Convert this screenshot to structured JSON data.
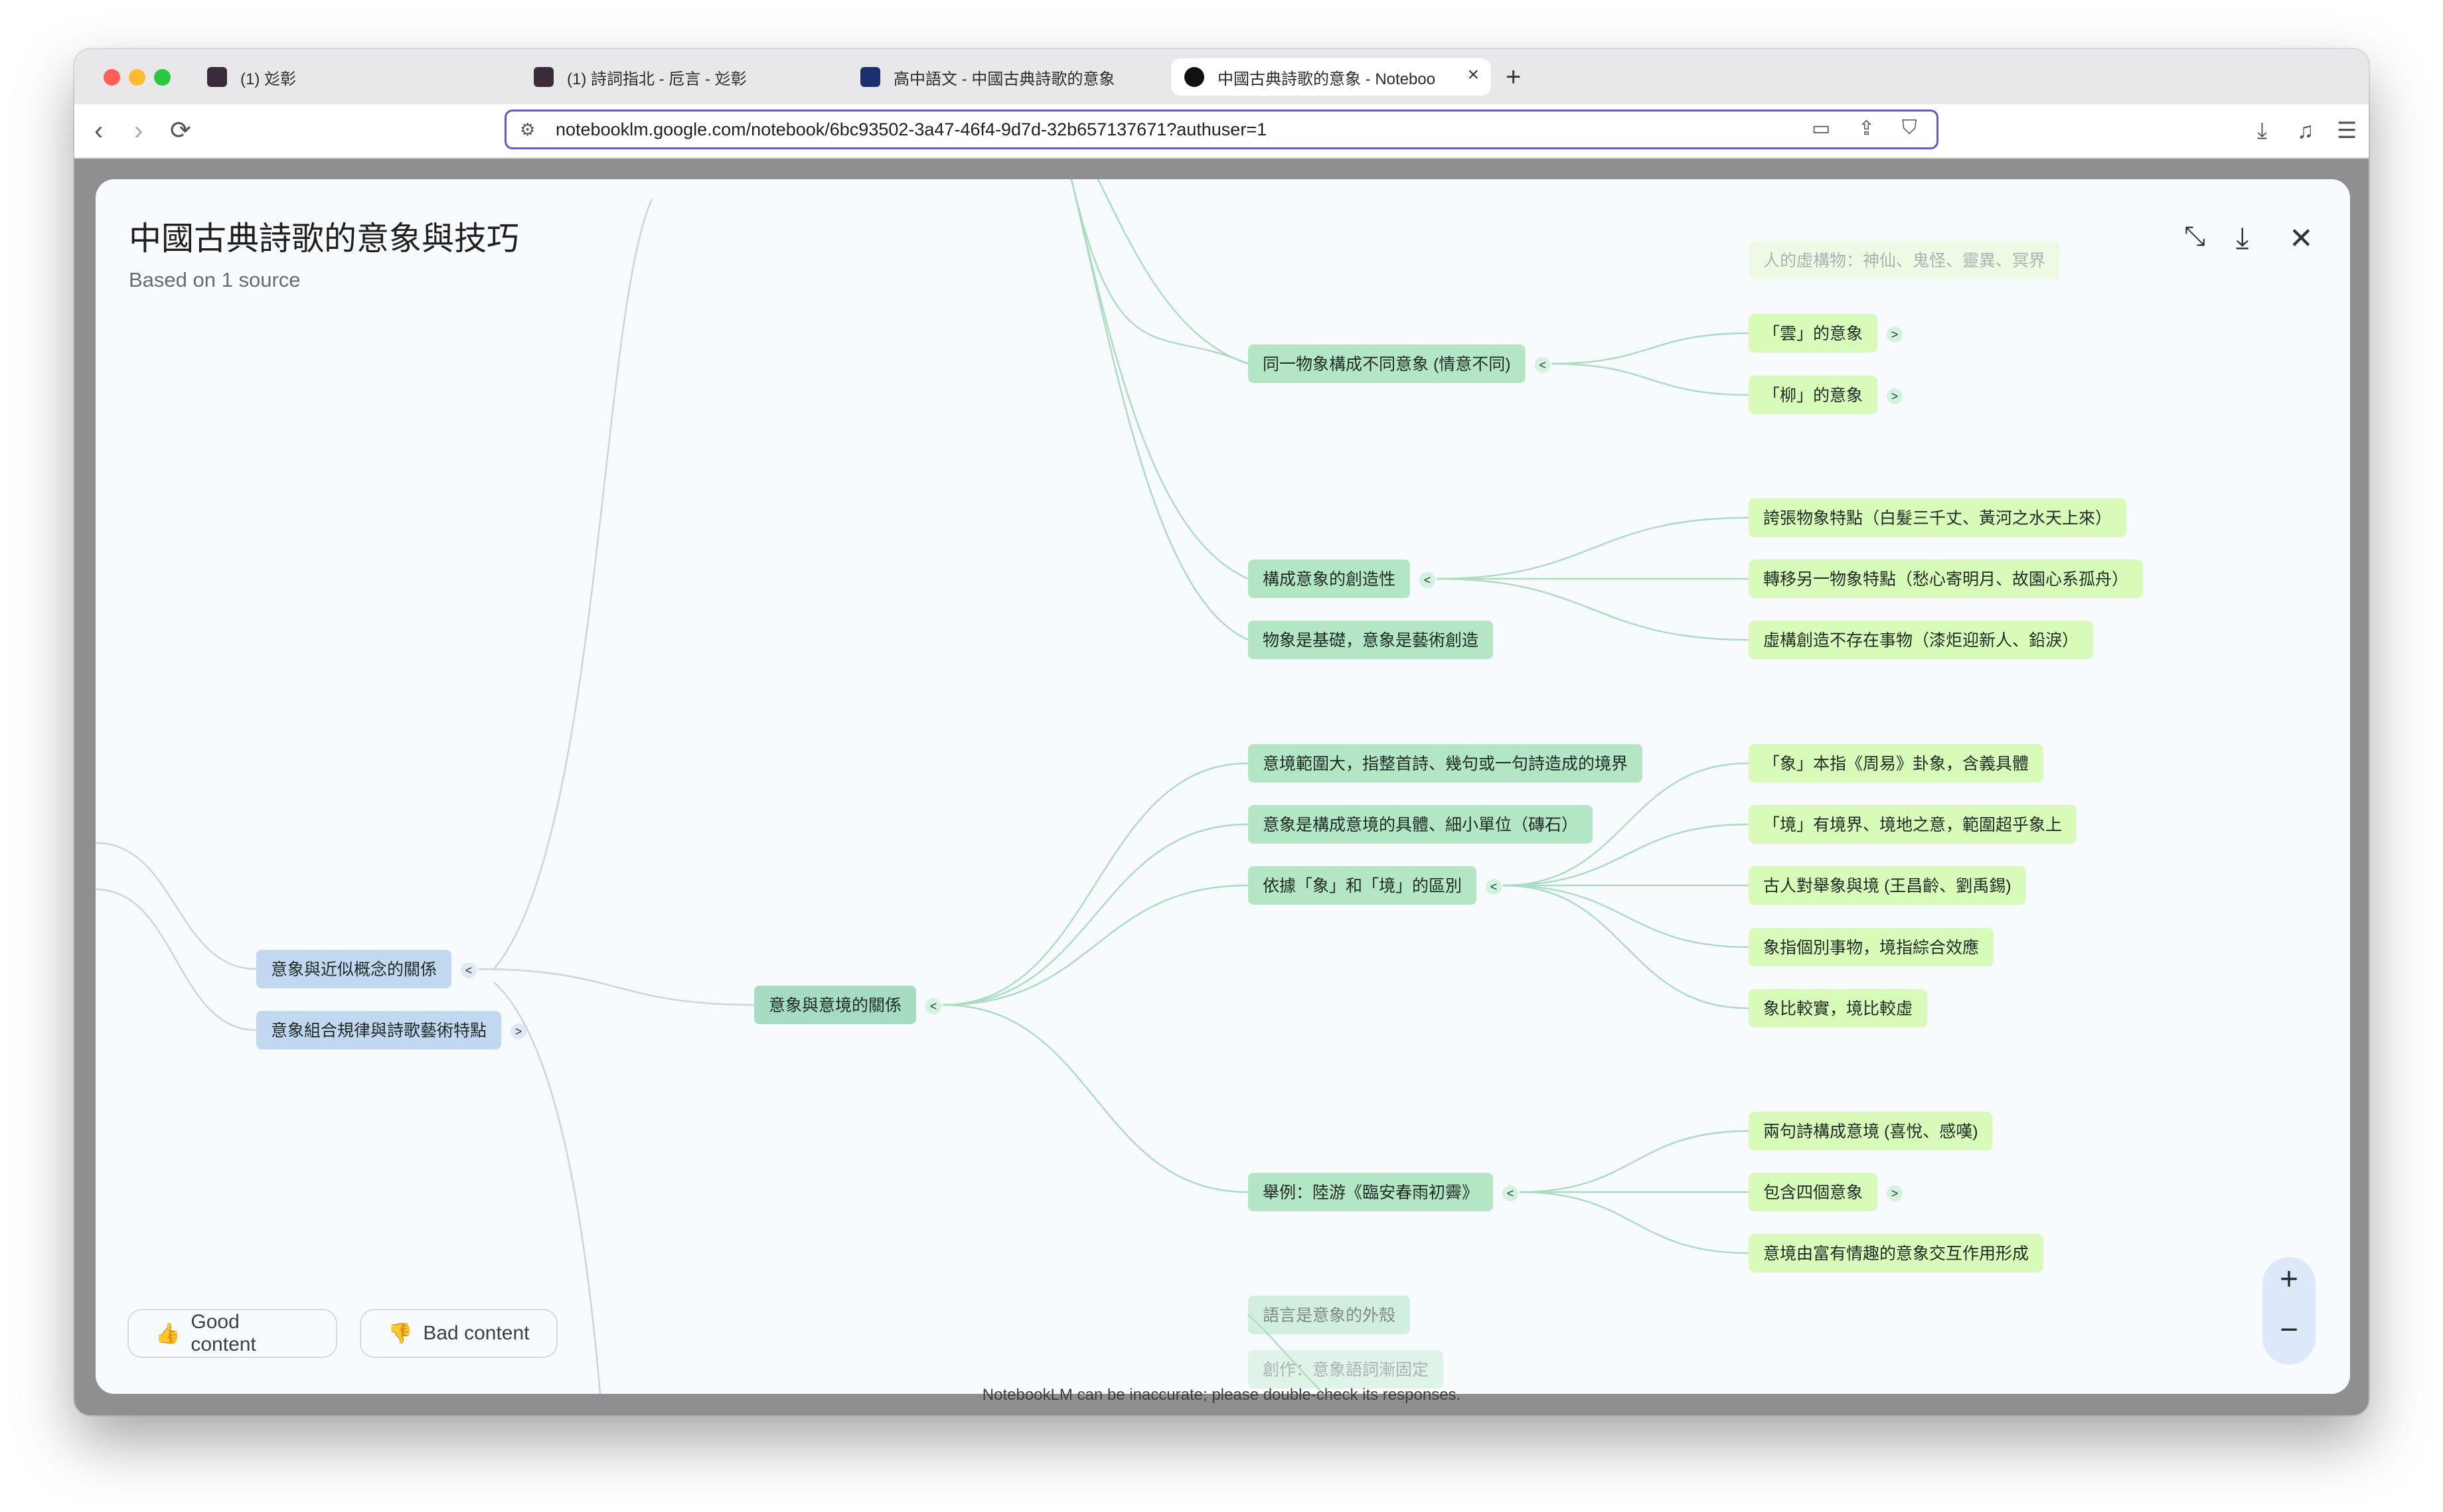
{
  "browser": {
    "tabs": [
      {
        "title": "(1) 彣彰"
      },
      {
        "title": "(1) 詩詞指北 - 卮言 - 彣彰"
      },
      {
        "title": "高中語文 - 中國古典詩歌的意象"
      },
      {
        "title": "中國古典詩歌的意象 - Noteboo"
      }
    ],
    "url": "notebooklm.google.com/notebook/6bc93502-3a47-46f4-9d7d-32b657137671?authuser=1"
  },
  "mindmap": {
    "title": "中國古典詩歌的意象與技巧",
    "subtitle": "Based on 1 source",
    "good_label": "Good content",
    "bad_label": "Bad content",
    "disclaimer": "NotebookLM can be inaccurate; please double-check its responses.",
    "icons": {
      "collapse": "collapse-icon",
      "download": "download-icon",
      "close": "close-icon",
      "thumbs_up": "thumbs-up-icon",
      "thumbs_down": "thumbs-down-icon"
    },
    "colors": {
      "level1": "#c2d8f0",
      "level2": "#a5dcc2",
      "level3": "#b3e6c4",
      "level4": "#d9fbb9",
      "line_blue": "#c7d3e8",
      "line_green": "#a9dcc0"
    },
    "nodes": {
      "l1a": "意象與近似概念的關係",
      "l1b": "意象組合規律與詩歌藝術特點",
      "l2": "意象與意境的關係",
      "top_faded": "人的虛構物：神仙、鬼怪、靈異、冥界",
      "same_object": "同一物象構成不同意象 (情意不同)",
      "cloud": "「雲」的意象",
      "willow": "「柳」的意象",
      "creativity": "構成意象的創造性",
      "exaggerate": "誇張物象特點（白髮三千丈、黃河之水天上來）",
      "transfer": "轉移另一物象特點（愁心寄明月、故園心系孤舟）",
      "fiction": "虛構創造不存在事物（漆炬迎新人、鉛淚）",
      "basis": "物象是基礎，意象是藝術創造",
      "scope": "意境範圍大，指整首詩、幾句或一句詩造成的境界",
      "concrete": "意象是構成意境的具體、細小單位（磚石）",
      "distinction": "依據「象」和「境」的區別",
      "xiang": "「象」本指《周易》卦象，含義具體",
      "jing": "「境」有境界、境地之意，範圍超乎象上",
      "ancients": "古人對舉象與境 (王昌齡、劉禹錫)",
      "individual": "象指個別事物，境指綜合效應",
      "real": "象比較實，境比較虛",
      "example": "舉例：陸游《臨安春雨初霽》",
      "two_lines": "兩句詩構成意境 (喜悅、感嘆)",
      "four": "包含四個意象",
      "interaction": "意境由富有情趣的意象交互作用形成",
      "language": "語言是意象的外殼",
      "bottom_faded": "創作：意象語詞漸固定"
    }
  }
}
